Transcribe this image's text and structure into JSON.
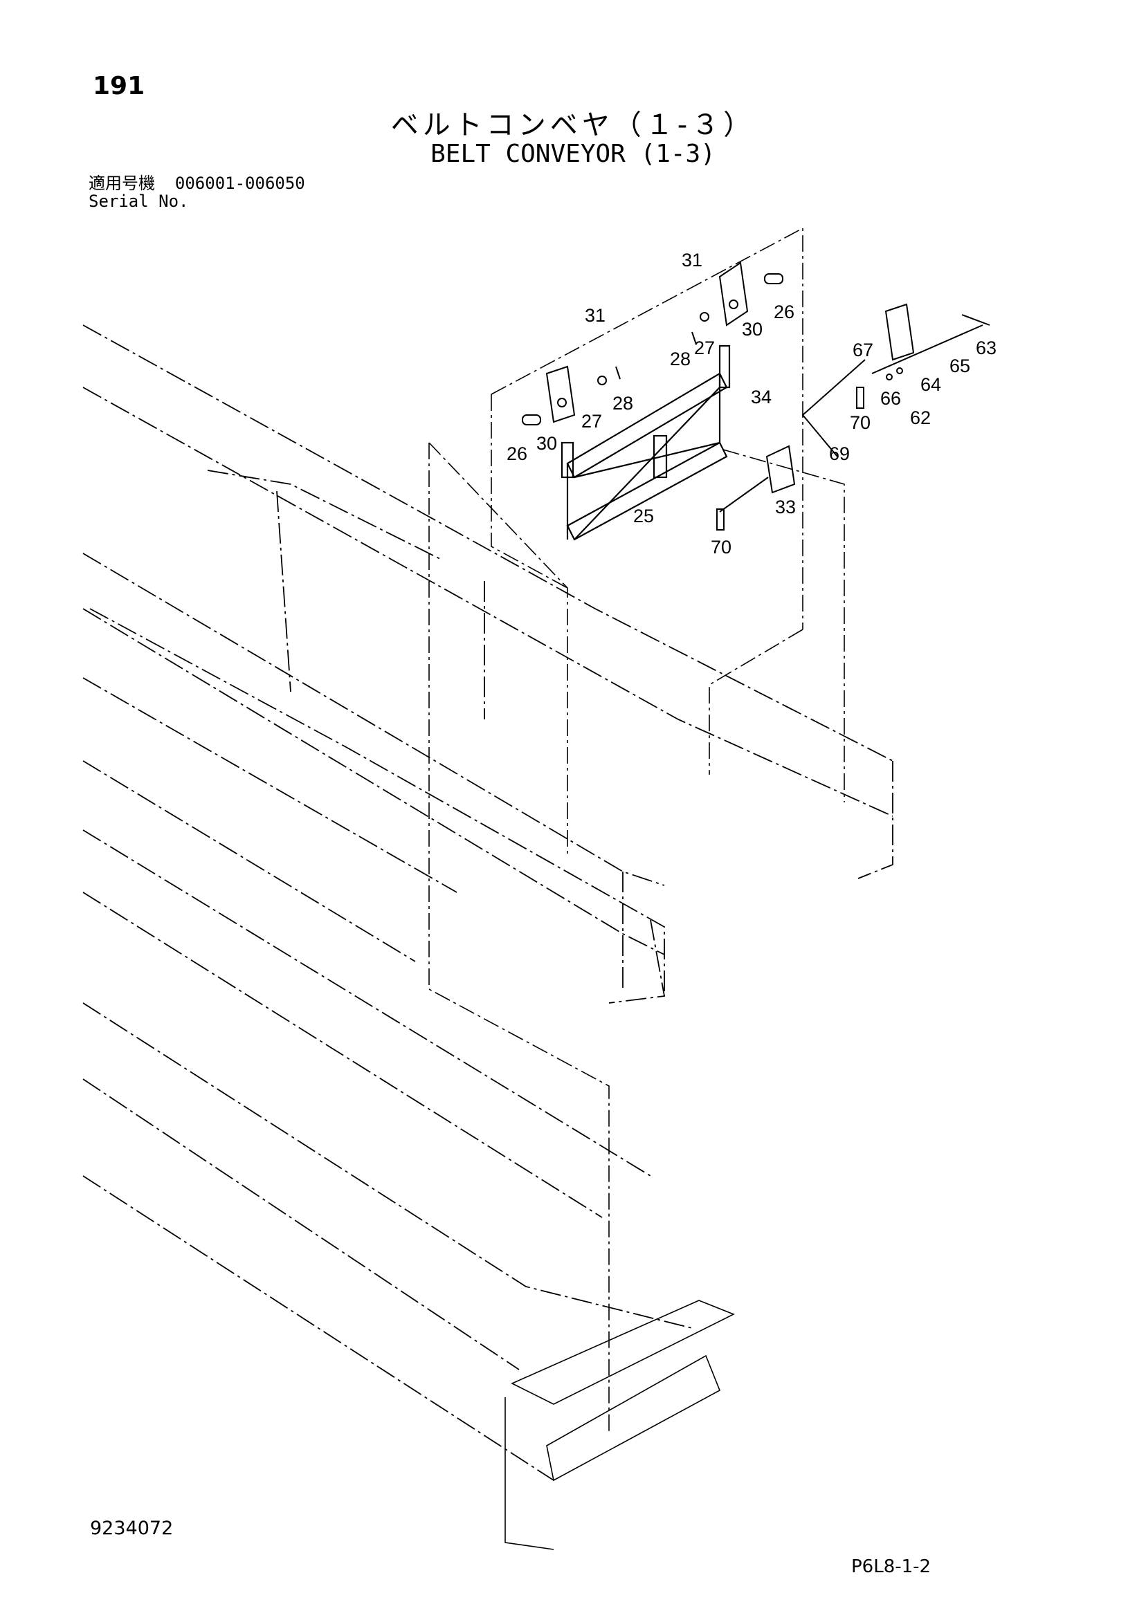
{
  "page_number": "191",
  "title_jp": "ベルトコンベヤ（１-３）",
  "title_en": "BELT CONVEYOR (1-3)",
  "serial": {
    "label_jp": "適用号機",
    "range": "006001-006050",
    "label_en": "Serial No."
  },
  "drawing_number": "9234072",
  "page_code": "P6L8-1-2",
  "callouts": [
    {
      "id": "c31a",
      "text": "31"
    },
    {
      "id": "c26a",
      "text": "26"
    },
    {
      "id": "c27a",
      "text": "27"
    },
    {
      "id": "c30a",
      "text": "30"
    },
    {
      "id": "c28a",
      "text": "28"
    },
    {
      "id": "c31b",
      "text": "31"
    },
    {
      "id": "c28b",
      "text": "28"
    },
    {
      "id": "c27b",
      "text": "27"
    },
    {
      "id": "c30b",
      "text": "30"
    },
    {
      "id": "c26b",
      "text": "26"
    },
    {
      "id": "c25",
      "text": "25"
    },
    {
      "id": "c34",
      "text": "34"
    },
    {
      "id": "c33",
      "text": "33"
    },
    {
      "id": "c70a",
      "text": "70"
    },
    {
      "id": "c70b",
      "text": "70"
    },
    {
      "id": "c69",
      "text": "69"
    },
    {
      "id": "c67",
      "text": "67"
    },
    {
      "id": "c66",
      "text": "66"
    },
    {
      "id": "c62",
      "text": "62"
    },
    {
      "id": "c64",
      "text": "64"
    },
    {
      "id": "c65",
      "text": "65"
    },
    {
      "id": "c63",
      "text": "63"
    }
  ]
}
